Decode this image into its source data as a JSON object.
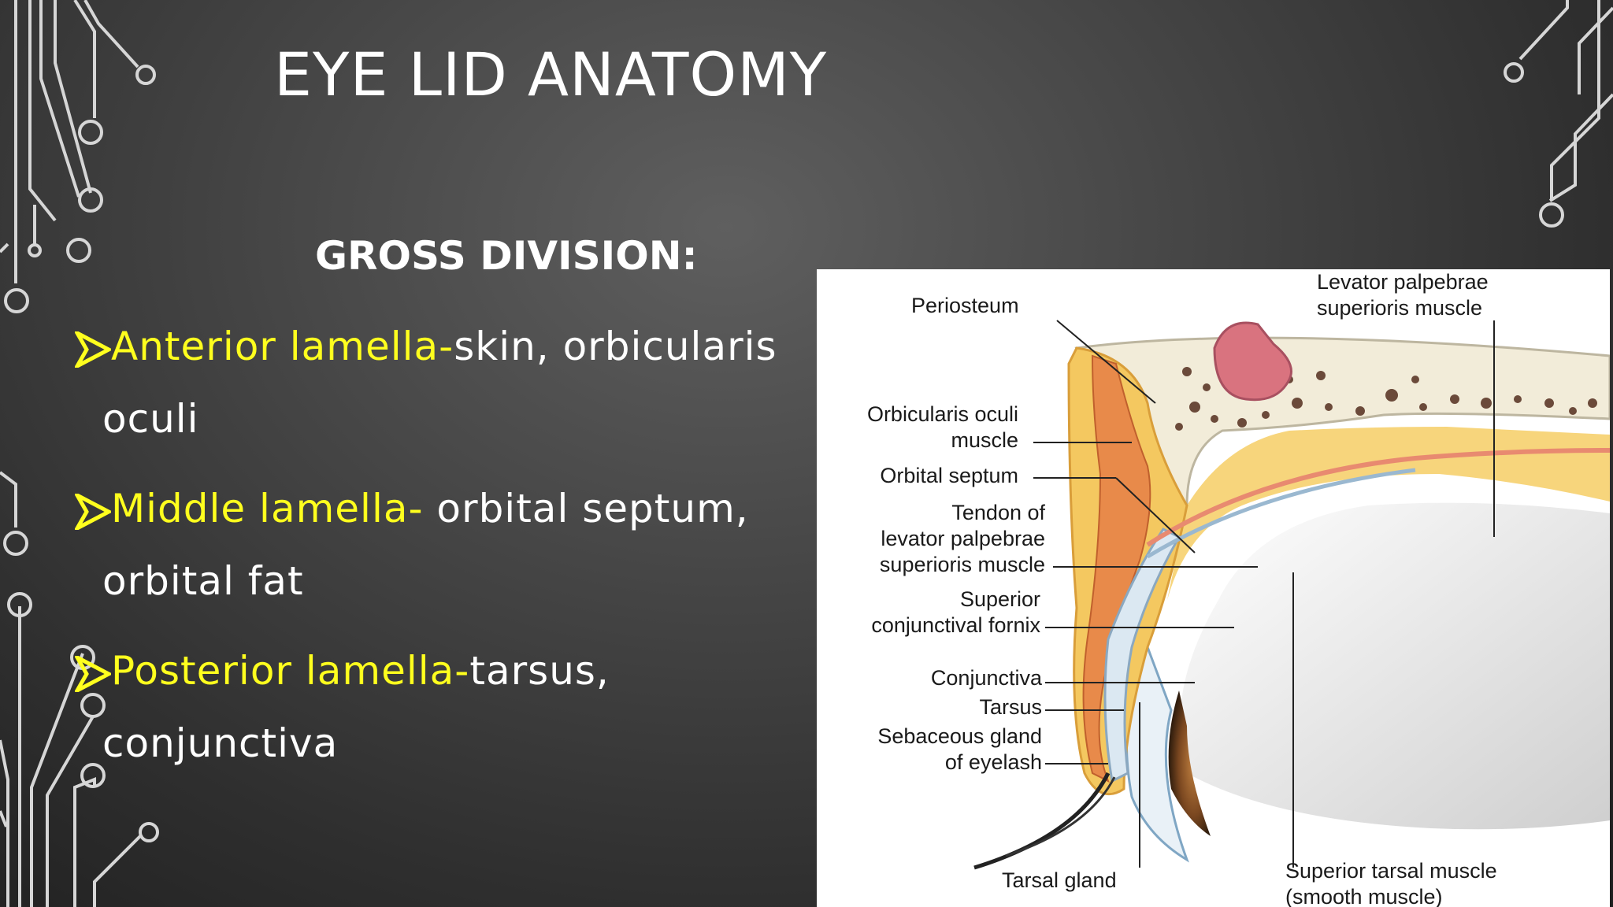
{
  "slide": {
    "title": "EYE LID ANATOMY",
    "subtitle": "GROSS DIVISION:",
    "bullets": [
      {
        "term": "Anterior lamella-",
        "desc_line1": "skin, orbicularis",
        "desc_line2": "oculi"
      },
      {
        "term": "Middle lamella-",
        "desc_line1": " orbital septum,",
        "desc_line2": "orbital fat"
      },
      {
        "term": "Posterior lamella-",
        "desc_line1": "tarsus,",
        "desc_line2": "conjunctiva"
      }
    ]
  },
  "diagram": {
    "labels": {
      "periosteum": "Periosteum",
      "levator_1": "Levator palpebrae",
      "levator_2": "superioris muscle",
      "orbicularis_1": "Orbicularis oculi",
      "orbicularis_2": "muscle",
      "orbital_septum": "Orbital septum",
      "tendon_1": "Tendon of",
      "tendon_2": "levator palpebrae",
      "tendon_3": "superioris muscle",
      "fornix_1": "Superior",
      "fornix_2": "conjunctival fornix",
      "conjunctiva": "Conjunctiva",
      "tarsus": "Tarsus",
      "sebaceous_1": "Sebaceous gland",
      "sebaceous_2": "of eyelash",
      "tarsal_gland": "Tarsal gland",
      "tarsal_muscle_1": "Superior tarsal muscle",
      "tarsal_muscle_2": "(smooth muscle)"
    }
  },
  "colors": {
    "highlight": "#ffff1e",
    "text": "#ffffff",
    "circuit": "#d8d8d8"
  },
  "icons": [
    "arrow-bullet-icon",
    "circuit-decoration"
  ]
}
